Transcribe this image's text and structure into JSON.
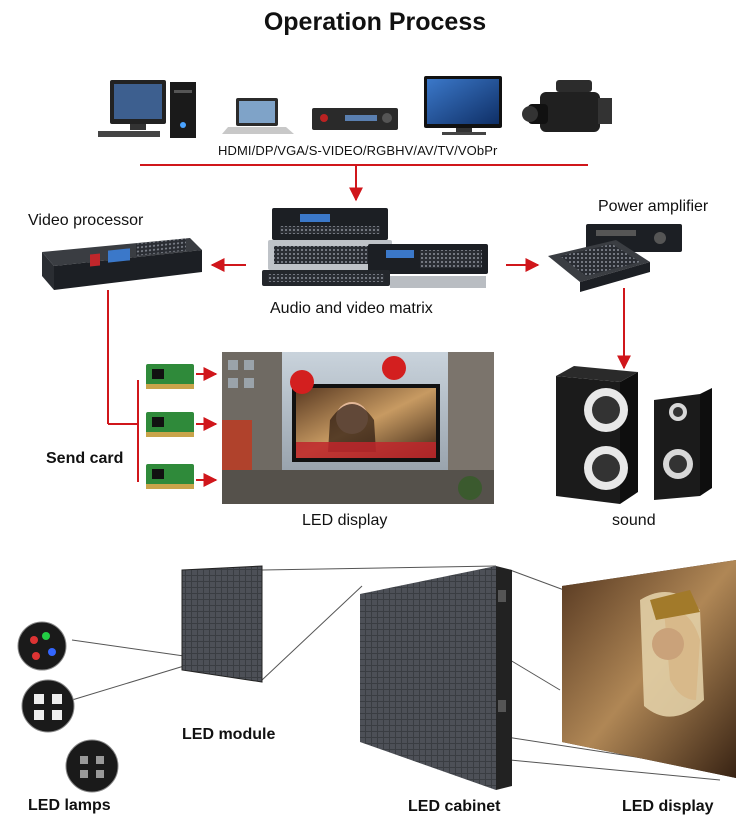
{
  "title": "Operation Process",
  "signals": "HDMI/DP/VGA/S-VIDEO/RGBHV/AV/TV/VObPr",
  "labels": {
    "video_processor": "Video processor",
    "power_amplifier": "Power amplifier",
    "matrix": "Audio and video matrix",
    "send_card": "Send card",
    "led_display_top": "LED display",
    "sound": "sound",
    "led_module": "LED module",
    "led_lamps": "LED lamps",
    "led_cabinet": "LED cabinet",
    "led_display_bottom": "LED display"
  },
  "colors": {
    "arrow": "#d0161b",
    "device_dark": "#1c1f24",
    "screen_blue": "#1a4d9e"
  }
}
